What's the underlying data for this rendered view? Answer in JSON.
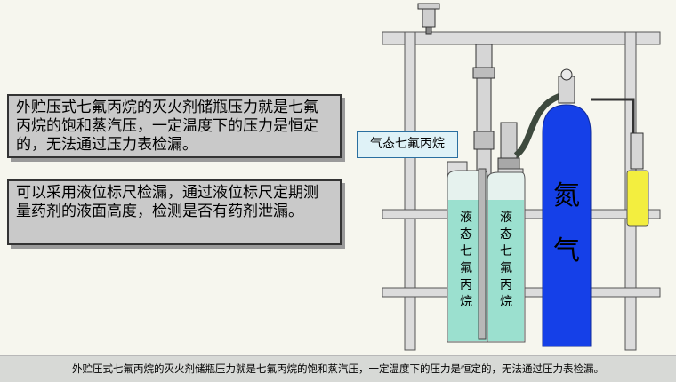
{
  "text_boxes": {
    "box1": "外贮压式七氟丙烷的灭火剂储瓶压力就是七氟丙烷的饱和蒸汽压，一定温度下的压力是恒定的，无法通过压力表检漏。",
    "box2": "可以采用液位标尺检漏，通过液位标尺定期测量药剂的液面高度，检测是否有药剂泄漏。"
  },
  "callout": "气态七氟丙烷",
  "cylinder_left_label": [
    "液",
    "态",
    "七",
    "氟",
    "丙",
    "烷"
  ],
  "cylinder_right_label": [
    "液",
    "态",
    "七",
    "氟",
    "丙",
    "烷"
  ],
  "nitrogen_label": [
    "氮",
    "气"
  ],
  "caption": "外贮压式七氟丙烷的灭火剂储瓶压力就是七氟丙烷的饱和蒸汽压，一定温度下的压力是恒定的，无法通过压力表检漏。",
  "colors": {
    "liquid": "#9be0cf",
    "gas_top": "#e4f3ee",
    "nitrogen": "#1540e8",
    "small_bottle": "#f3ee3f"
  }
}
